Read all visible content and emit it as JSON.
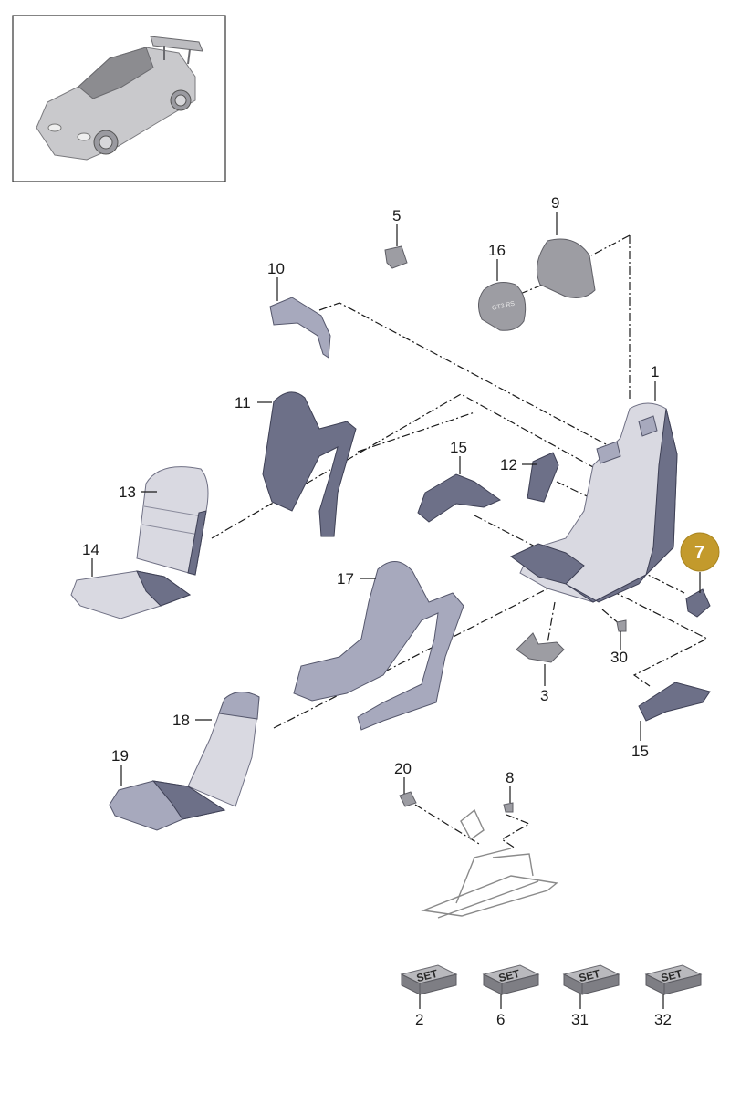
{
  "diagram": {
    "highlight_color": "#c39a2c",
    "part_color": "#6d7088",
    "labels": {
      "p1": "1",
      "p2": "2",
      "p3": "3",
      "p5": "5",
      "p6": "6",
      "p7": "7",
      "p8": "8",
      "p9": "9",
      "p10": "10",
      "p11": "11",
      "p12": "12",
      "p13": "13",
      "p14": "14",
      "p15a": "15",
      "p15b": "15",
      "p16": "16",
      "p17": "17",
      "p18": "18",
      "p19": "19",
      "p20": "20",
      "p30": "30",
      "p31": "31",
      "p32": "32"
    },
    "set_label": "SET",
    "headrest_badge": "GT3 RS"
  }
}
